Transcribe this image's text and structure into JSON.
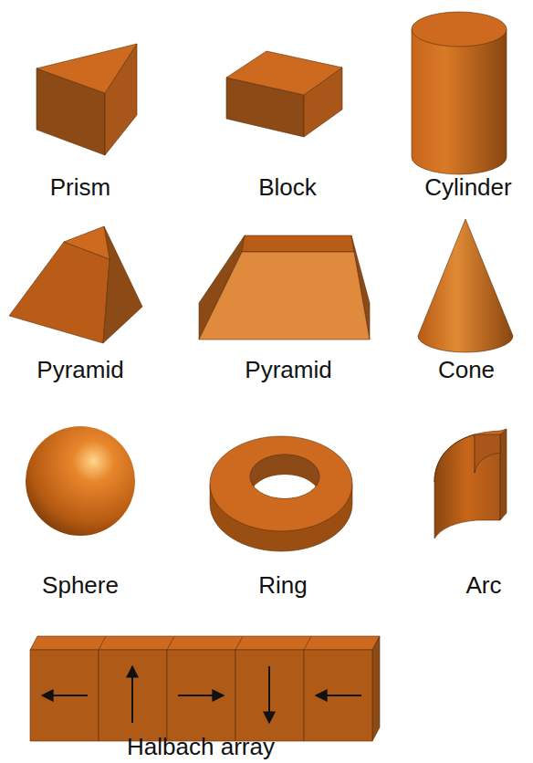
{
  "diagram": {
    "labels": [
      "Prism",
      "Block",
      "Cylinder",
      "Pyramid",
      "Pyramid",
      "Cone",
      "Sphere",
      "Ring",
      "Arc",
      "Halbach array"
    ]
  }
}
